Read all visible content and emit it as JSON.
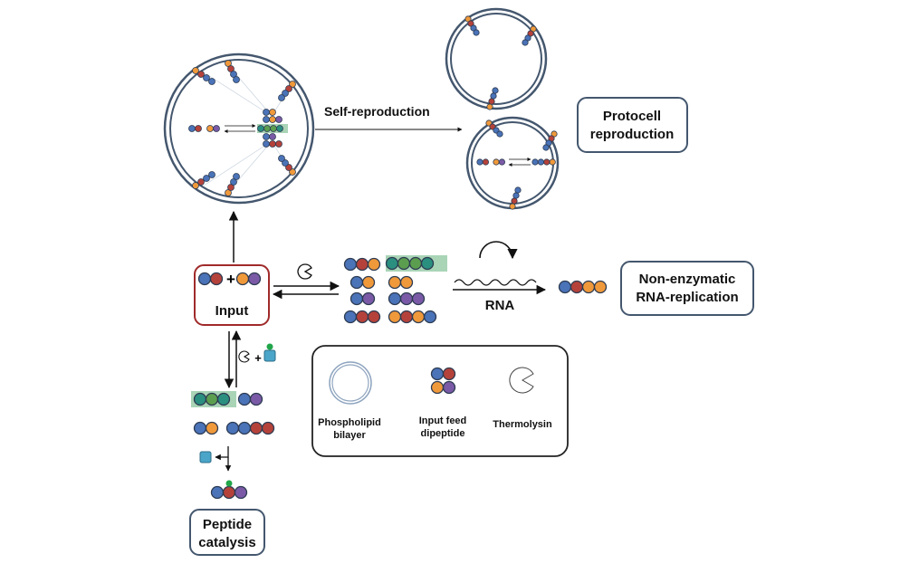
{
  "labels": {
    "self_reproduction": "Self-reproduction",
    "protocell_line1": "Protocell",
    "protocell_line2": "reproduction",
    "input": "Input",
    "rna": "RNA",
    "nonenzymatic_line1": "Non-enzymatic",
    "nonenzymatic_line2": "RNA-replication",
    "peptide_line1": "Peptide",
    "peptide_line2": "catalysis"
  },
  "legend": {
    "items": [
      {
        "line1": "Phospholipid",
        "line2": "bilayer"
      },
      {
        "line1": "Input feed",
        "line2": "dipeptide"
      },
      {
        "line1": "Thermolysin",
        "line2": ""
      }
    ]
  },
  "symbols": {
    "plus": "+"
  },
  "colors": {
    "blue": "#4a73b8",
    "red": "#b5423a",
    "orange": "#f0993a",
    "purple": "#7a5aa6",
    "teal": "#2b8f80",
    "green": "#5c9e4f",
    "highlight": "#a9d4b6",
    "membrane": "#44576e",
    "input_border": "#a02a2a",
    "box_border": "#44576e",
    "square": "#4aa5c9",
    "dot": "#21a64a"
  },
  "icons": [
    "membrane-icon",
    "dipeptide-icon",
    "thermolysin-icon",
    "rna-strand-icon",
    "cycle-arrow-icon",
    "arrow-icon"
  ]
}
